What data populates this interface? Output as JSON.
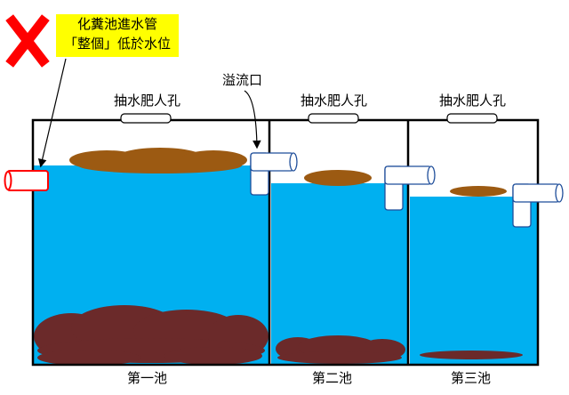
{
  "note": {
    "line1": "化糞池進水管",
    "line2": "「整個」低於水位",
    "mark": "X",
    "mark_color": "#ff0000",
    "background": "#ffff00"
  },
  "manhole_labels": [
    "抽水肥人孔",
    "抽水肥人孔",
    "抽水肥人孔"
  ],
  "overflow_label": "溢流口",
  "chamber_labels": [
    "第一池",
    "第二池",
    "第三池"
  ],
  "colors": {
    "water": "#00b0f0",
    "sludge": "#6b2a2a",
    "scum": "#9c5a12",
    "pipe_outline": "#1f4e9a",
    "inlet_pipe": "#ff0000"
  }
}
